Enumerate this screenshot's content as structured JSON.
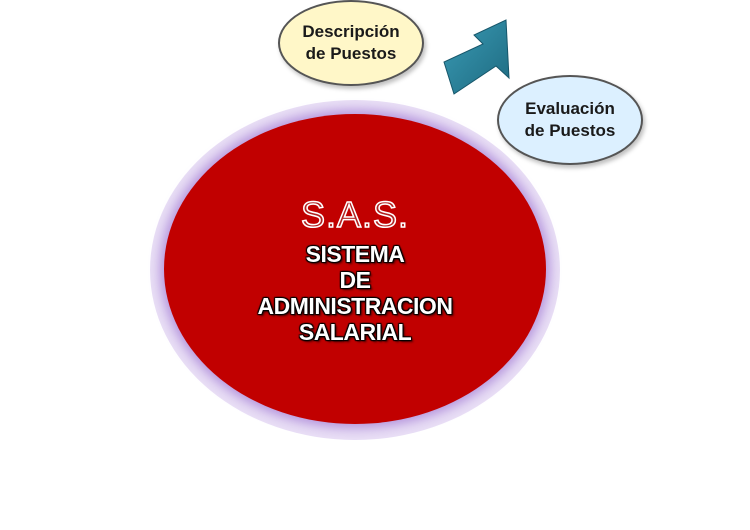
{
  "diagram": {
    "center": {
      "acronym": "S.A.S.",
      "lines": [
        "SISTEMA",
        "DE",
        "ADMINISTRACION",
        "SALARIAL"
      ]
    },
    "nodes": [
      {
        "lines": [
          "Descripción",
          "de Puestos"
        ],
        "color": "#fff7c8"
      },
      {
        "lines": [
          "Evaluación",
          "de Puestos"
        ],
        "color": "#dcf0ff"
      }
    ],
    "arrow": {
      "color": "#2a7f96",
      "from": "Descripción de Puestos",
      "to": "Evaluación de Puestos"
    },
    "colors": {
      "center_fill": "#c10000",
      "glow": "#b9a0e0"
    }
  }
}
